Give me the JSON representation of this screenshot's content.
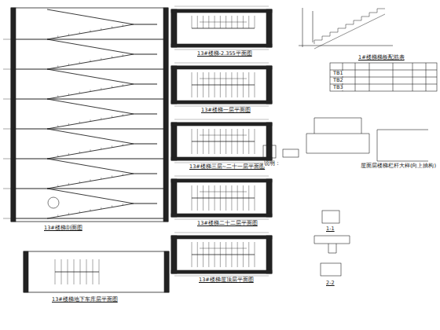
{
  "diagram": {
    "labels": [
      "13#楼梯剖面图",
      "13#楼梯地下车库层平面图",
      "13#楼梯-2.355平面图",
      "13#楼梯一层平面图",
      "13#楼梯三层~二十一层平面图",
      "13#楼梯二十二层平面图",
      "13#楼梯屋顶层平面图",
      "1#楼梯梯板配筋表",
      "屋面层楼梯栏杆大样(向上抽构)",
      "TB1",
      "TB2",
      "TB3",
      "1-1",
      "2-2",
      "说明："
    ]
  }
}
